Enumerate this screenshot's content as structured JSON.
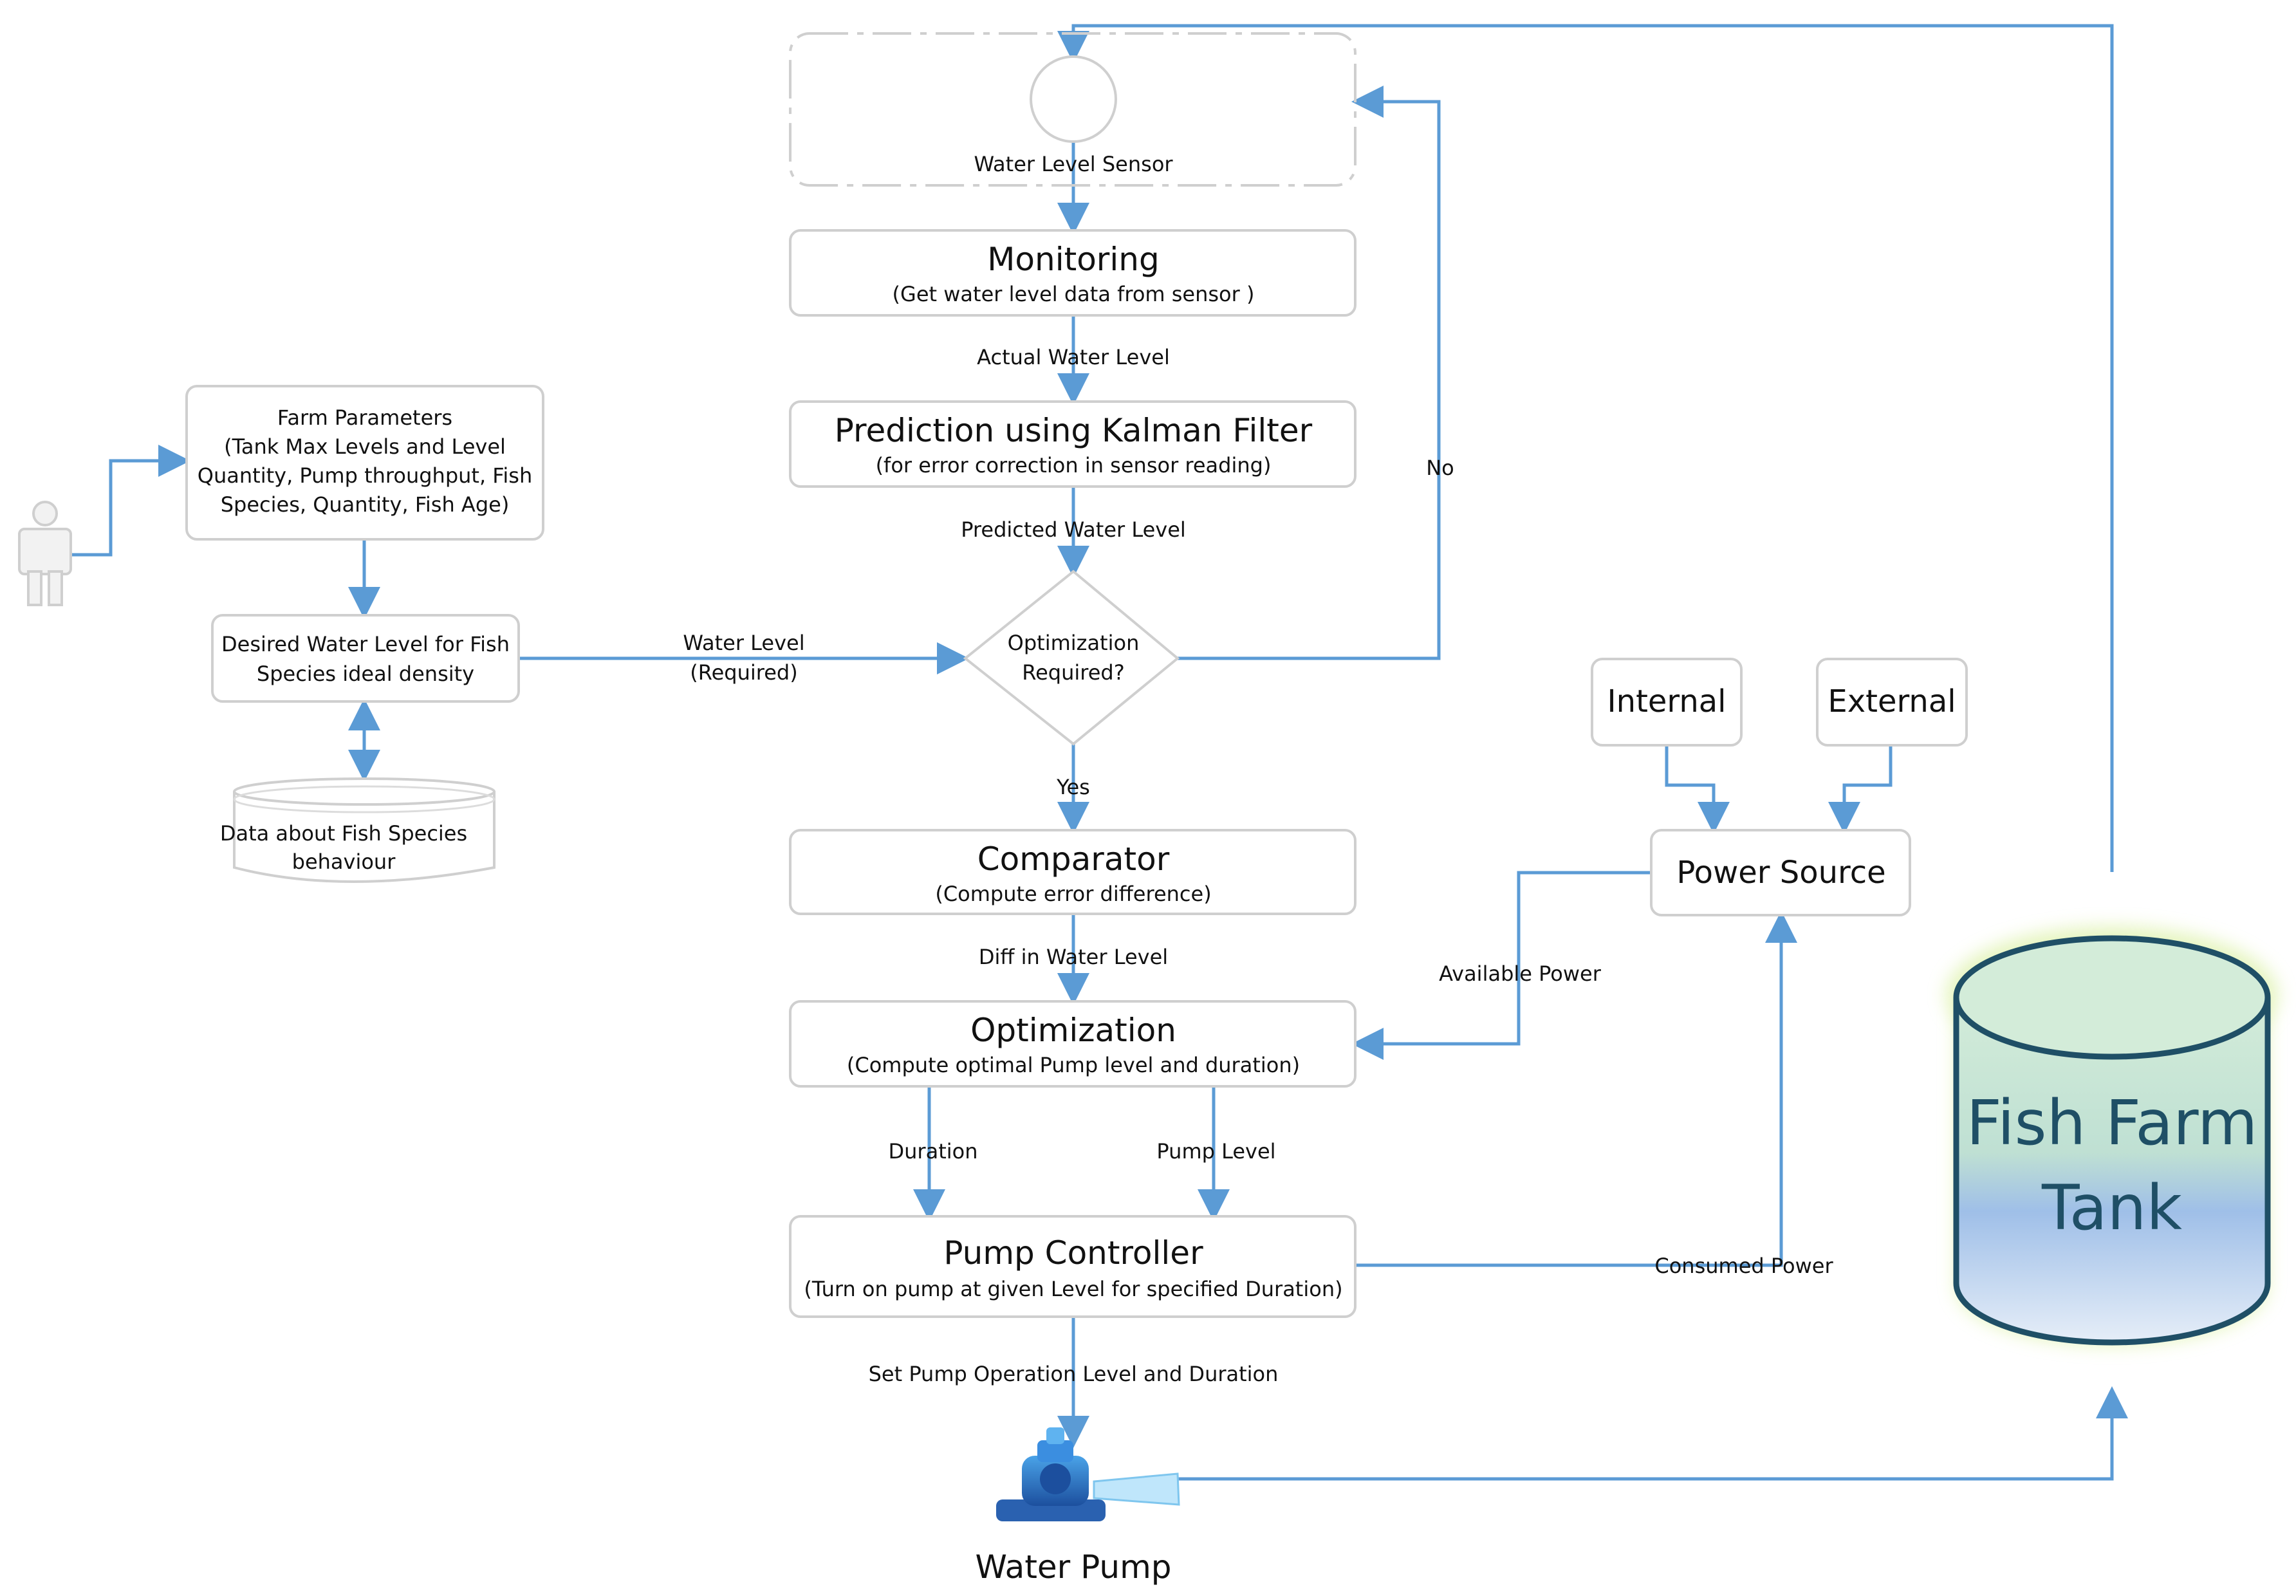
{
  "sensor": {
    "label": "Water Level Sensor"
  },
  "monitoring": {
    "title": "Monitoring",
    "subtitle": "(Get water level data from sensor )"
  },
  "prediction": {
    "title": "Prediction using Kalman Filter",
    "subtitle": "(for error correction in sensor reading)"
  },
  "decision": {
    "line1": "Optimization",
    "line2": "Required?"
  },
  "comparator": {
    "title": "Comparator",
    "subtitle": "(Compute error difference)"
  },
  "optimization": {
    "title": "Optimization",
    "subtitle": "(Compute optimal Pump level and duration)"
  },
  "pump_controller": {
    "title": "Pump Controller",
    "subtitle": "(Turn on pump at given Level for specified Duration)"
  },
  "water_pump": {
    "label": "Water Pump"
  },
  "farm_parameters": {
    "line1": "Farm Parameters",
    "line2": "(Tank Max Levels and Level",
    "line3": "Quantity, Pump throughput, Fish",
    "line4": "Species, Quantity, Fish Age)"
  },
  "desired_level": {
    "line1": "Desired Water Level for Fish",
    "line2": "Species ideal density"
  },
  "database": {
    "line1": "Data about Fish Species",
    "line2": "behaviour"
  },
  "power_source": {
    "label": "Power Source"
  },
  "internal": {
    "label": "Internal"
  },
  "external": {
    "label": "External"
  },
  "tank": {
    "line1": "Fish Farm",
    "line2": "Tank"
  },
  "edges": {
    "actual_water_level": "Actual Water Level",
    "predicted_water_level": "Predicted Water Level",
    "water_level_required_1": "Water Level",
    "water_level_required_2": "(Required)",
    "no": "No",
    "yes": "Yes",
    "diff_in_water_level": "Diff in Water Level",
    "available_power": "Available Power",
    "duration": "Duration",
    "pump_level": "Pump Level",
    "consumed_power": "Consumed Power",
    "set_pump_operation": "Set Pump Operation Level and Duration"
  },
  "colors": {
    "arrow": "#5b9bd5",
    "box_border": "#cfcfcf",
    "tank_fill_top": "#d3ecd9",
    "tank_fill_bottom": "#7fa8e0",
    "tank_glow": "#d9f0a0",
    "tank_text": "#1f4f66"
  }
}
